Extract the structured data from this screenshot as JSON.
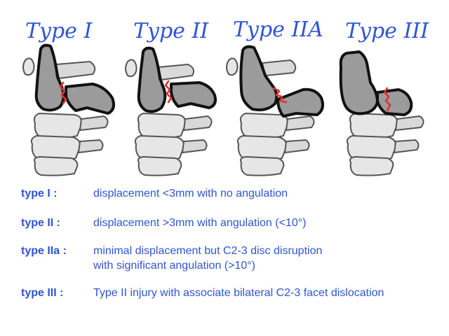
{
  "panels": [
    {
      "title": "Type I"
    },
    {
      "title": "Type II"
    },
    {
      "title": "Type IIA"
    },
    {
      "title": "Type III"
    }
  ],
  "legend": [
    {
      "term": "type I :",
      "lines": [
        "displacement <3mm with no angulation"
      ]
    },
    {
      "term": "type II :",
      "lines": [
        "displacement >3mm with angulation (<10°)"
      ]
    },
    {
      "term": "type IIa :",
      "lines": [
        "minimal displacement but C2-3 disc disruption",
        "with significant angulation (>10°)"
      ]
    },
    {
      "term": "type III :",
      "lines": [
        "Type II injury with associate bilateral C2-3 facet dislocation"
      ]
    }
  ],
  "colors": {
    "text": "#2f55d4",
    "fracture": "#e2302e",
    "c2_fill": "#9b9b9b",
    "lower_vertebrae_fill": "#e6e6e6"
  }
}
